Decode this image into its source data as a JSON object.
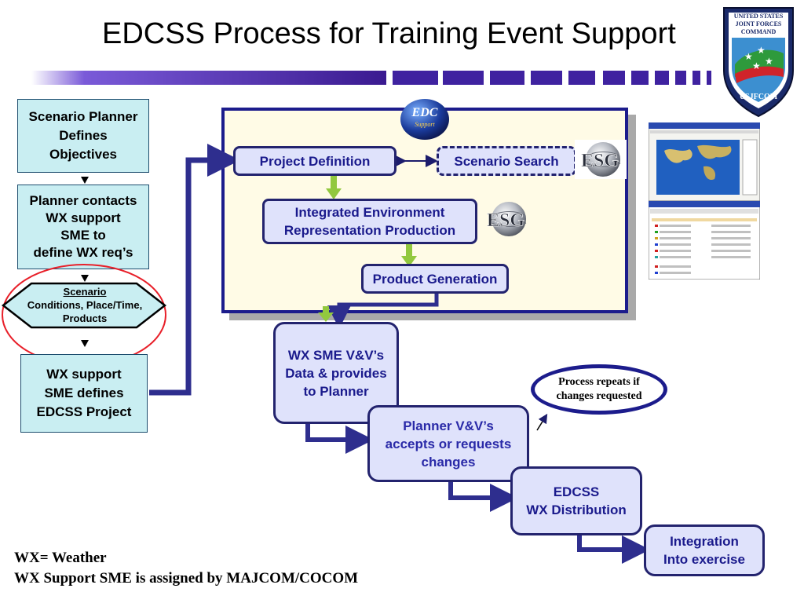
{
  "title": "EDCSS Process for Training Event Support",
  "seal": {
    "top_text": "UNITED STATES JOINT FORCES COMMAND",
    "bottom_text": "USJFCOM"
  },
  "edc_logo": {
    "text": "EDC",
    "sub": "Support"
  },
  "esg_logo": {
    "text": "ESG"
  },
  "left_column": {
    "box1": "Scenario Planner\nDefines\nObjectives",
    "box2": "Planner contacts\nWX support\nSME to\ndefine WX req’s",
    "diamond_title": "Scenario",
    "diamond_body": "Conditions,  Place/Time,\nProducts",
    "box3": "WX support\n SME defines\nEDCSS Project"
  },
  "panel": {
    "project_definition": "Project Definition",
    "scenario_search": "Scenario Search",
    "integrated": "Integrated Environment\nRepresentation Production",
    "product_generation": "Product Generation"
  },
  "steps": {
    "vv": "WX SME V&V’s\nData & provides\nto Planner",
    "planner_vv": "Planner V&V’s\naccepts or requests\nchanges",
    "distribution": "EDCSS\nWX Distribution",
    "integration": "Integration\nInto exercise"
  },
  "callout": "Process repeats if\nchanges requested",
  "footnote": {
    "line1": "WX= Weather",
    "line2": "WX Support SME is assigned by MAJCOM/COCOM"
  },
  "colors": {
    "navy": "#23236e",
    "teal_fill": "#c9eef2",
    "process_fill": "#dfe2fb",
    "green_arrow": "#92c83e",
    "red_circle": "#e8202a",
    "purple_bar": "#4a2aa0"
  }
}
